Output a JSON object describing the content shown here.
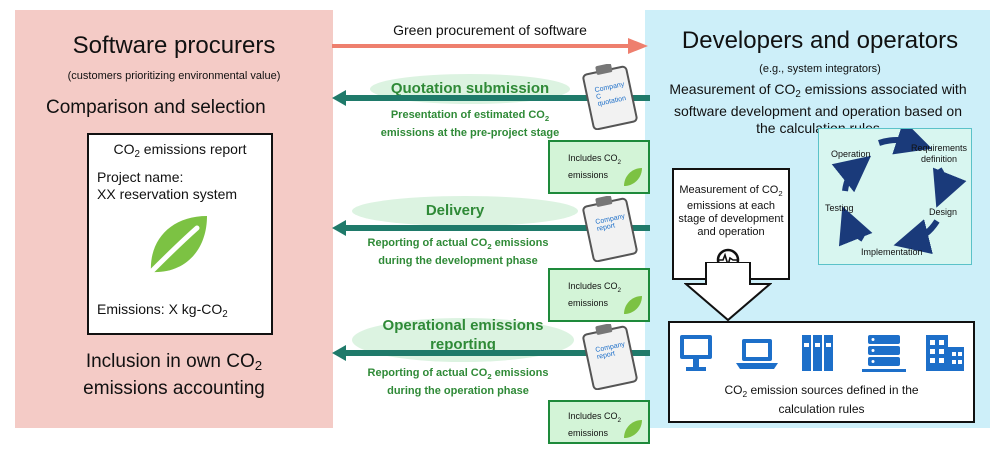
{
  "left": {
    "title": "Software procurers",
    "subtitle": "(customers prioritizing environmental value)",
    "comparison": "Comparison and selection",
    "report": {
      "title_pre": "CO",
      "title_sub": "2",
      "title_post": " emissions report",
      "project_label": "Project name:",
      "project_value": "XX reservation system",
      "emissions_pre": "Emissions: X kg-CO",
      "emissions_sub": "2"
    },
    "inclusion_line1_pre": "Inclusion in own CO",
    "inclusion_line1_sub": "2",
    "inclusion_line2": "emissions accounting"
  },
  "right": {
    "title": "Developers and operators",
    "subtitle": "(e.g., system integrators)",
    "measure_line1_pre": "Measurement of CO",
    "measure_line1_sub": "2",
    "measure_line1_post": " emissions associated with",
    "measure_line2": "software development and operation based on",
    "measure_line3": "the calculation rules",
    "cycle": [
      "Operation",
      "Requirements definition",
      "Design",
      "Implementation",
      "Testing"
    ],
    "callout_line1_pre": "Measurement of CO",
    "callout_line1_sub": "2",
    "callout_rest": "emissions at each stage of development and operation",
    "sources_pre": "CO",
    "sources_sub": "2",
    "sources_post": " emission sources defined in the",
    "sources_line2": "calculation rules"
  },
  "center": {
    "green_procurement": "Green procurement of software",
    "quotation_title": "Quotation submission",
    "quotation_desc_pre": "Presentation of estimated CO",
    "quotation_desc_sub": "2",
    "quotation_desc_line2": "emissions at the pre-project stage",
    "delivery_title": "Delivery",
    "delivery_desc_pre": "Reporting of actual CO",
    "delivery_desc_sub": "2",
    "delivery_desc_post": " emissions",
    "delivery_desc_line2": "during the development phase",
    "ops_title_line1": "Operational emissions",
    "ops_title_line2": "reporting",
    "ops_desc_pre": "Reporting of actual CO",
    "ops_desc_sub": "2",
    "ops_desc_post": " emissions",
    "ops_desc_line2": "during the operation phase",
    "note_pre": "Includes CO",
    "note_sub": "2",
    "note_line2": "emissions",
    "doc1_label": "Company C quotation",
    "doc2_label": "Company report",
    "doc3_label": "Company report"
  },
  "colors": {
    "left_panel": "#f4cbc6",
    "right_panel": "#cdeff9",
    "green_text": "#2f8a37",
    "teal_arrow": "#1f7a6a",
    "salmon_arrow": "#ee7f6e",
    "navy": "#1a3a7a",
    "leaf": "#7cc243"
  },
  "icons": [
    "leaf-icon",
    "clipboard-icon",
    "magnifier-icon",
    "monitor-icon",
    "laptop-icon",
    "binders-icon",
    "server-icon",
    "building-icon",
    "cycle-arrow-icon"
  ]
}
